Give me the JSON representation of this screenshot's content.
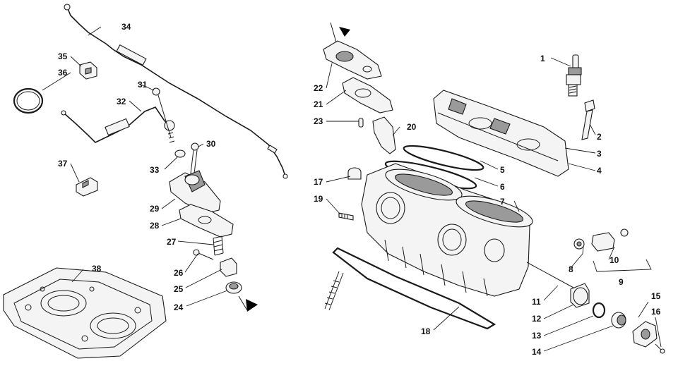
{
  "callouts": [
    "1",
    "2",
    "3",
    "4",
    "5",
    "6",
    "7",
    "8",
    "9",
    "10",
    "11",
    "12",
    "13",
    "14",
    "15",
    "16",
    "17",
    "18",
    "19",
    "20",
    "21",
    "22",
    "23",
    "24",
    "25",
    "26",
    "27",
    "28",
    "29",
    "30",
    "31",
    "32",
    "33",
    "34",
    "35",
    "36",
    "37",
    "38"
  ],
  "colors": {
    "ink": "#1a1a1a",
    "fill": "#f4f4f4",
    "shade": "#9a9a9a",
    "background": "#ffffff"
  }
}
